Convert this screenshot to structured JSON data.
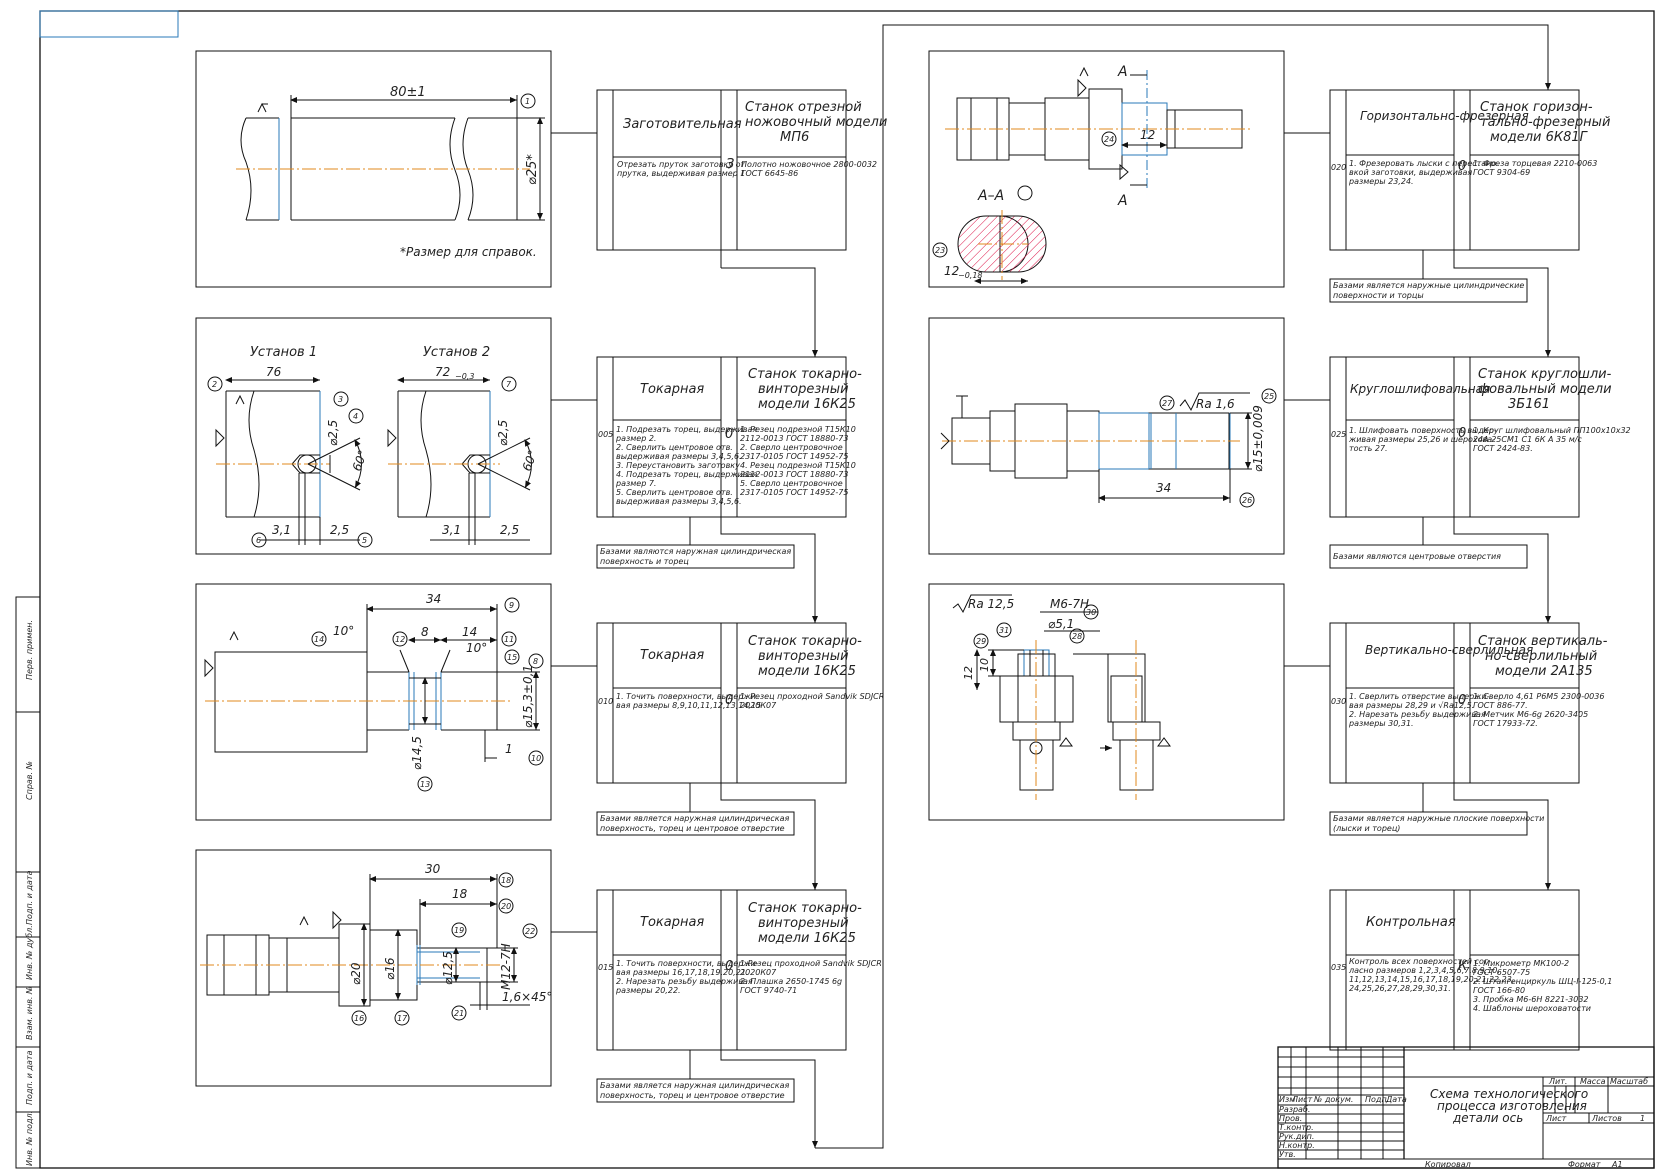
{
  "sheet": {
    "note_reference_size": "*Размер для справок.",
    "section_label": "А–А",
    "view_letter": "А"
  },
  "operations": [
    {
      "name": "Заготовительная",
      "number": "",
      "index": "З",
      "machine": [
        "Станок отрезной",
        "ножовочный модели",
        "МП6"
      ],
      "content": [
        "Отрезать пруток заготовку от",
        "прутка, выдерживая размер 1"
      ],
      "tools": [
        "Полотно ножовочное 2800-0032",
        "ГОСТ 6645-86"
      ],
      "base": []
    },
    {
      "name": "Токарная",
      "number": "005",
      "index": "0",
      "machine": [
        "Станок токарно-",
        "винторезный",
        "модели 16К25"
      ],
      "content": [
        "1. Подрезать торец, выдерживая",
        "размер 2.",
        "2. Сверлить центровое отв.",
        "выдерживая размеры 3,4,5,6.",
        "3. Переустановить заготовку",
        "4. Подрезать торец, выдерживая",
        "размер 7.",
        "5. Сверлить центровое отв.",
        "выдерживая размеры 3,4,5,6."
      ],
      "tools": [
        "1. Резец подрезной Т15К10",
        "2112-0013 ГОСТ 18880-73",
        "2. Сверло центровочное",
        "2317-0105 ГОСТ 14952-75",
        "4. Резец подрезной Т15К10",
        "2112-0013 ГОСТ 18880-73",
        "5. Сверло центровочное",
        "2317-0105 ГОСТ 14952-75"
      ],
      "base": [
        "Базами являются наружная цилиндрическая",
        "поверхность и торец"
      ]
    },
    {
      "name": "Токарная",
      "number": "010",
      "index": "0",
      "machine": [
        "Станок токарно-",
        "винторезный",
        "модели 16К25"
      ],
      "content": [
        "1. Точить поверхности, выдержи-",
        "вая размеры 8,9,10,11,12,13,14,15"
      ],
      "tools": [
        "1. Резец проходной Sandvik SDJCR",
        "2020К07"
      ],
      "base": [
        "Базами является наружная цилиндрическая",
        "поверхность, торец и центровое отверстие"
      ]
    },
    {
      "name": "Токарная",
      "number": "015",
      "index": "0",
      "machine": [
        "Станок токарно-",
        "винторезный",
        "модели 16К25"
      ],
      "content": [
        "1. Точить поверхности, выдержи-",
        "вая размеры 16,17,18,19,20,21.",
        "2. Нарезать резьбу выдерживая",
        "размеры 20,22."
      ],
      "tools": [
        "1.Резец проходной Sandvik SDJCR",
        "2020К07",
        "2. Плашка 2650-1745 6g",
        "ГОСТ 9740-71"
      ],
      "base": [
        "Базами является наружная цилиндрическая",
        "поверхность, торец и центровое отверстие"
      ]
    },
    {
      "name": "Горизонтально-фрезерная",
      "number": "020",
      "index": "0",
      "machine": [
        "Станок горизон-",
        "тально-фрезерный",
        "модели 6К81Г"
      ],
      "content": [
        "1. Фрезеровать лыски с перестано-",
        "вкой заготовки, выдерживая",
        "размеры 23,24."
      ],
      "tools": [
        "1. Фреза торцевая 2210-0063",
        "ГОСТ 9304-69"
      ],
      "base": [
        "Базами является наружные цилиндрические",
        "поверхности и торцы"
      ]
    },
    {
      "name": "Круглошлифовальная",
      "number": "025",
      "index": "0",
      "machine": [
        "Станок круглошли-",
        "фовальный модели",
        "3Б161"
      ],
      "content": [
        "1. Шлифовать поверхность выдер-",
        "живая размеры 25,26 и шерохова-",
        "тость 27."
      ],
      "tools": [
        "1. Круг шлифовальный ПП100х10х32",
        "24А 25СМ1 С1 6К А 35 м/с",
        "ГОСТ 2424-83."
      ],
      "base": [
        "Базами являются центровые отверстия"
      ]
    },
    {
      "name": "Вертикально-сверлильная",
      "number": "030",
      "index": "0",
      "machine": [
        "Станок вертикаль-",
        "но-сверлильный",
        "модели 2А135"
      ],
      "content": [
        "1. Сверлить отверстие выдержи-",
        "вая размеры 28,29 и √Ra12,5.",
        "2. Нарезать резьбу выдерживая",
        "размеры 30,31."
      ],
      "tools": [
        "1. Сверло 4,61 Р6М5 2300-0036",
        "ГОСТ 886-77.",
        "2. Метчик М6-6g 2620-3405",
        "ГОСТ 17933-72."
      ],
      "base": [
        "Базами является наружные плоские поверхности",
        "(лыски и торец)"
      ]
    },
    {
      "name": "Контрольная",
      "number": "035",
      "index": "К",
      "machine": [],
      "content": [
        "Контроль всех поверхностей сог-",
        "ласно размеров 1,2,3,4,5,6,7,8,9,10,",
        "11,12,13,14,15,16,17,18,19,20,21,22,23,",
        "24,25,26,27,28,29,30,31."
      ],
      "tools": [
        "1. Микрометр МК100-2",
        "ГОСТ 6507-75",
        "2. Штангенциркуль ШЦ-I-125-0,1",
        "ГОСТ 166-80",
        "3. Пробка М6-6Н 8221-3032",
        "4. Шаблоны шероховатости"
      ],
      "base": []
    }
  ],
  "sketches": {
    "s1": {
      "dim_length": "80±1",
      "dim_dia": "⌀25*",
      "balloon": "1"
    },
    "s2": {
      "setup1": "Установ 1",
      "setup2": "Установ 2",
      "d76": "76",
      "d72": "72",
      "d72tol": "−0,3",
      "dia25": "⌀2,5",
      "ang60": "60°",
      "d31": "3,1",
      "d25": "2,5",
      "balloons": [
        "2",
        "3",
        "4",
        "5",
        "6",
        "7"
      ]
    },
    "s3": {
      "d34": "34",
      "d8": "8",
      "d14": "14",
      "ang10a": "10°",
      "ang10b": "10°",
      "dia153": "⌀15,3±0,1",
      "dia145": "⌀14,5",
      "d1": "1",
      "balloons": [
        "8",
        "9",
        "10",
        "11",
        "12",
        "13",
        "14",
        "15"
      ]
    },
    "s4": {
      "d30": "30",
      "d18": "18",
      "dia20": "⌀20",
      "dia16": "⌀16",
      "dia125": "⌀12,5",
      "m12": "M12-7H",
      "chamfer": "1,6×45°",
      "balloons": [
        "16",
        "17",
        "18",
        "19",
        "20",
        "21",
        "22"
      ]
    },
    "s5": {
      "d12": "12",
      "d12tol": "12",
      "d12tolv": "−0,18",
      "balloons": [
        "23",
        "24"
      ]
    },
    "s6": {
      "ra16": "Ra 1,6",
      "dia15": "⌀15±0,009",
      "d34": "34",
      "balloons": [
        "25",
        "26",
        "27"
      ]
    },
    "s7": {
      "ra125": "Ra 12,5",
      "m6": "M6-7H",
      "dia51": "⌀5,1",
      "d12": "12",
      "d10": "10",
      "balloons": [
        "28",
        "29",
        "30",
        "31"
      ]
    }
  },
  "title_block": {
    "title": [
      "Схема технологического",
      "процесса изготовления",
      "детали ось"
    ],
    "head": [
      "Изм",
      "Лист",
      "№ докум.",
      "Подп.",
      "Дата"
    ],
    "roles": [
      "Разраб.",
      "Пров.",
      "Т.контр.",
      "Рук.дип.",
      "Н.контр.",
      "Утв."
    ],
    "lit": "Лит.",
    "mass": "Масса",
    "scale": "Масштаб",
    "sheet": "Лист",
    "sheets": "Листов",
    "sheets_count": "1",
    "copied": "Копировал",
    "format": "Формат",
    "format_val": "А1"
  },
  "side_stamp": [
    "Перв. примен.",
    "Справ. №",
    "Подп. и дата",
    "Инв. № дубл.",
    "Взам. инв. №",
    "Подп. и дата",
    "Инв. № подл."
  ]
}
